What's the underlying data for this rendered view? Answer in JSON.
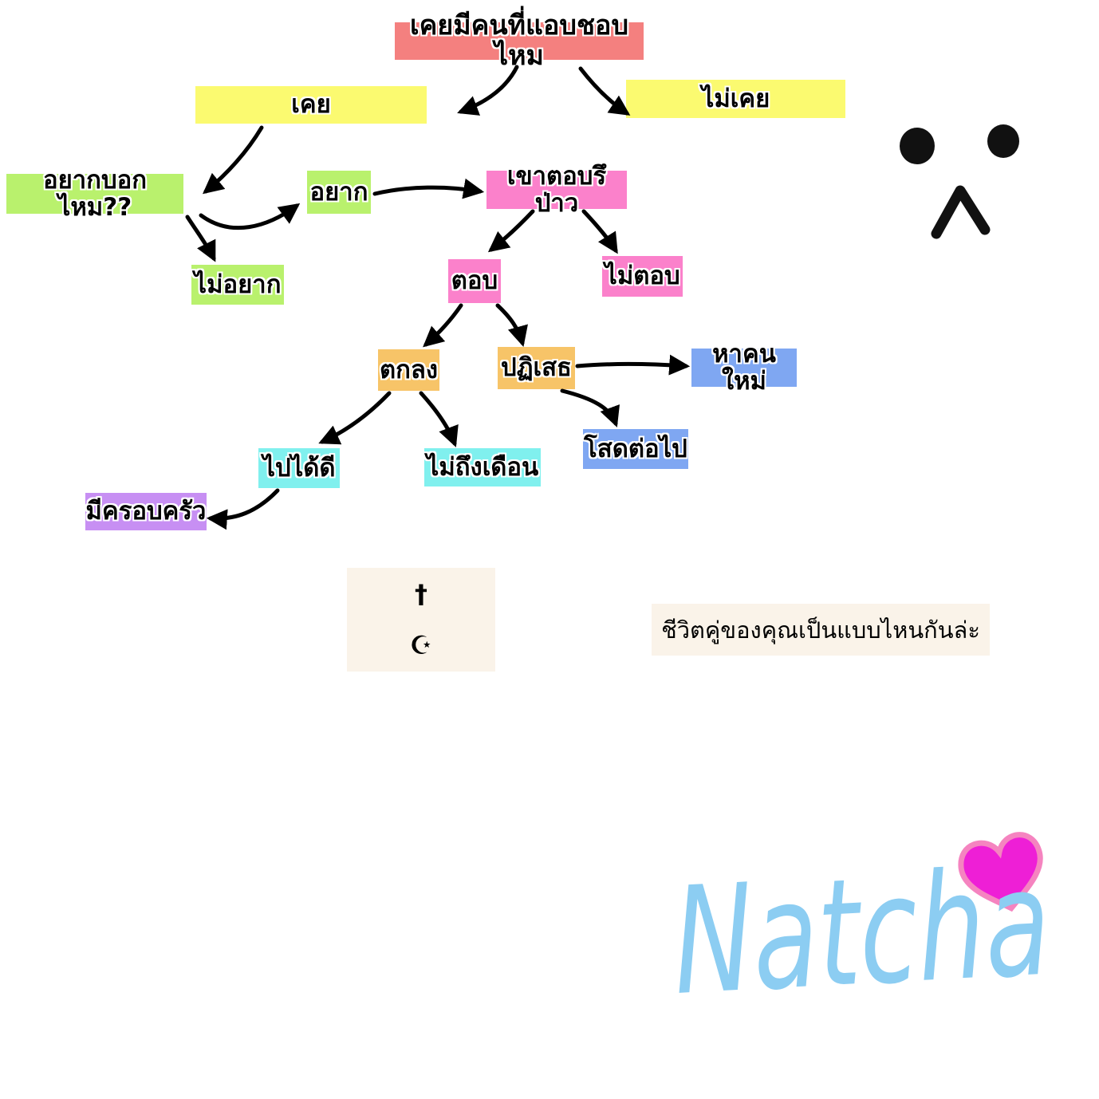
{
  "diagram_title": "เคยมีคนที่แอบชอบไหม",
  "nodes": {
    "root": {
      "label": "เคยมีคนที่แอบชอบไหม"
    },
    "ever": {
      "label": "เคย"
    },
    "never": {
      "label": "ไม่เคย"
    },
    "want_tell_q": {
      "label": "อยากบอก ไหม??"
    },
    "want": {
      "label": "อยาก"
    },
    "not_want": {
      "label": "ไม่อยาก"
    },
    "reply_q": {
      "label": "เขาตอบรึป่าว"
    },
    "reply": {
      "label": "ตอบ"
    },
    "no_reply": {
      "label": "ไม่ตอบ"
    },
    "accept": {
      "label": "ตกลง"
    },
    "reject": {
      "label": "ปฏิเสธ"
    },
    "find_new": {
      "label": "หาคนใหม่"
    },
    "stay_single": {
      "label": "โสดต่อไป"
    },
    "going_well": {
      "label": "ไปได้ดี"
    },
    "under_month": {
      "label": "ไม่ถึงเดือน"
    },
    "have_family": {
      "label": "มีครอบครัว"
    }
  },
  "edges": [
    {
      "from": "root",
      "to": "ever"
    },
    {
      "from": "root",
      "to": "never"
    },
    {
      "from": "ever",
      "to": "want_tell_q"
    },
    {
      "from": "want_tell_q",
      "to": "want"
    },
    {
      "from": "want_tell_q",
      "to": "not_want"
    },
    {
      "from": "want",
      "to": "reply_q"
    },
    {
      "from": "reply_q",
      "to": "reply"
    },
    {
      "from": "reply_q",
      "to": "no_reply"
    },
    {
      "from": "reply",
      "to": "accept"
    },
    {
      "from": "reply",
      "to": "reject"
    },
    {
      "from": "reject",
      "to": "find_new"
    },
    {
      "from": "reject",
      "to": "stay_single"
    },
    {
      "from": "accept",
      "to": "going_well"
    },
    {
      "from": "accept",
      "to": "under_month"
    },
    {
      "from": "going_well",
      "to": "have_family"
    }
  ],
  "symbols": {
    "cross": "†",
    "star_crescent": "☪"
  },
  "caption": {
    "text": "ชีวิตคู่ของคุณเป็นแบบไหนกันล่ะ"
  },
  "signature": {
    "text": "Natcha"
  },
  "colors": {
    "root_bg": "#f4807f",
    "yes_no_bg": "#fbfa70",
    "green_bg": "#b9f16d",
    "pink_bg": "#fb81cb",
    "orange_bg": "#f7c468",
    "blue_bg": "#7fa7f2",
    "cyan_bg": "#80f0ee",
    "purple_bg": "#c78ff3",
    "card_bg": "#faf3e9",
    "arrow": "#000000",
    "signature_blue": "#8ccdf2",
    "heart_magenta": "#ee1fd6",
    "heart_edge": "#f584c0"
  }
}
